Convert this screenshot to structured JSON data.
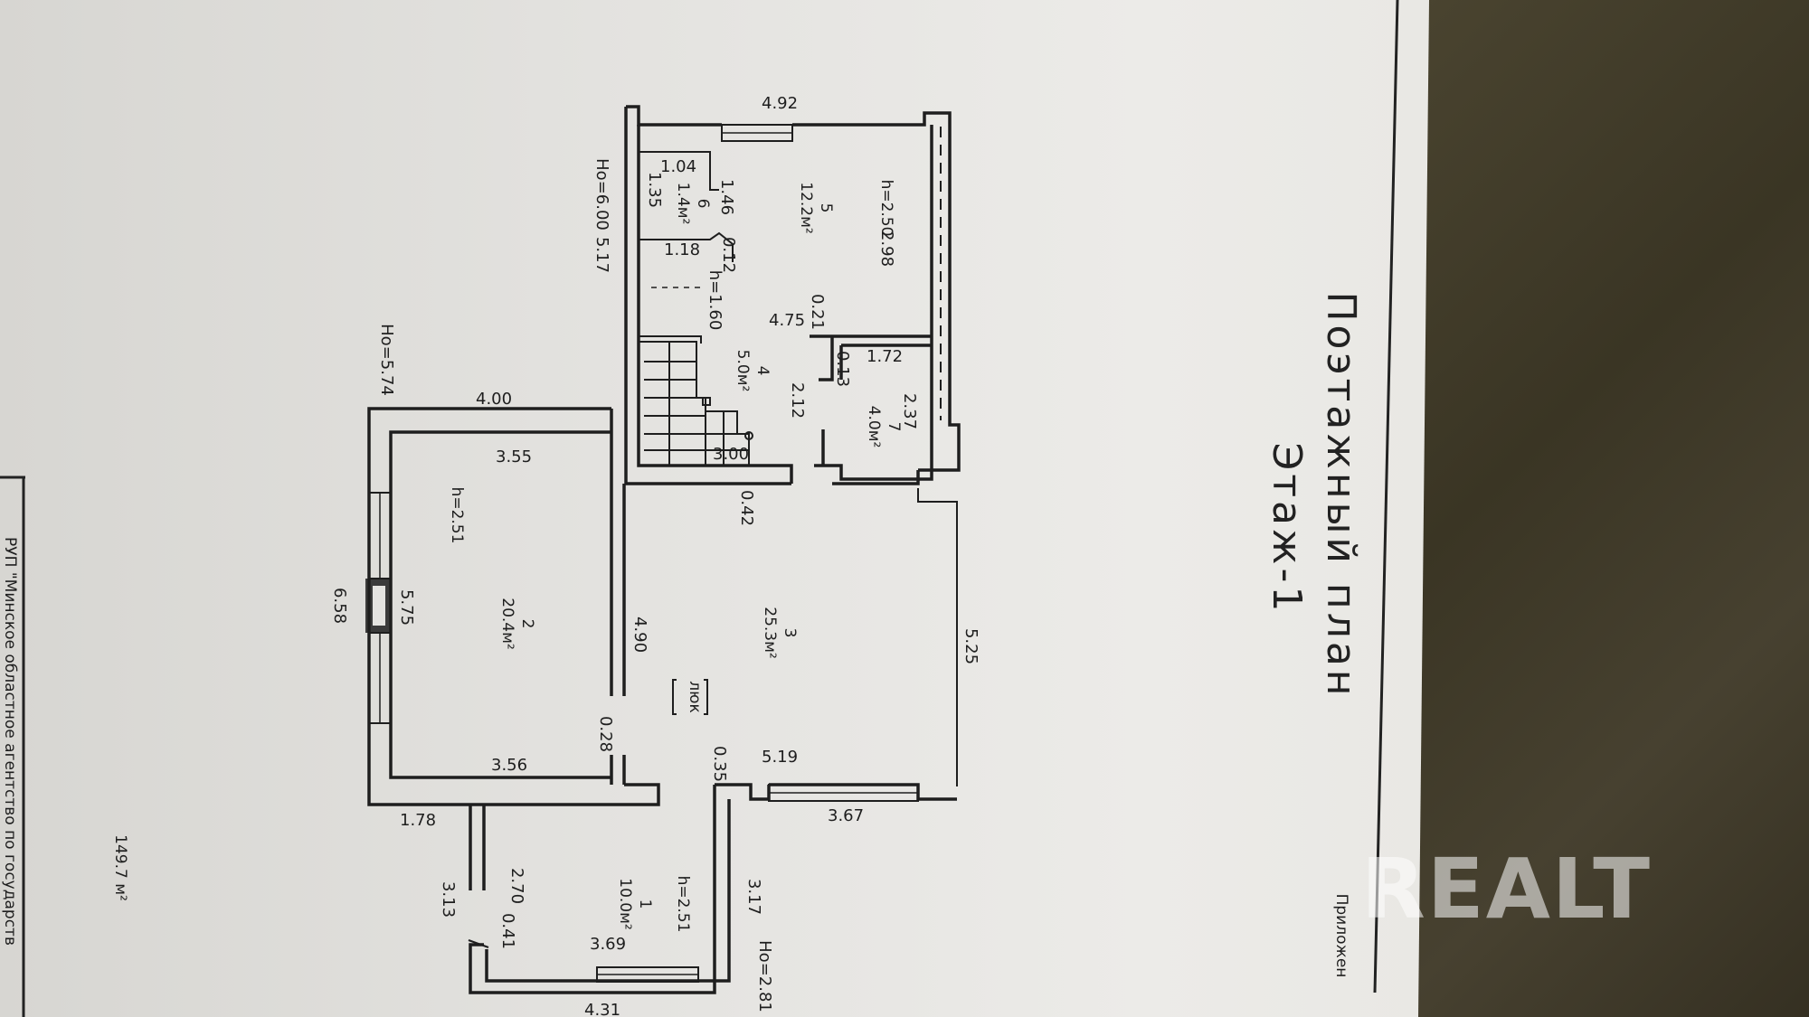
{
  "plan": {
    "title": "Поэтажный план",
    "subtitle": "Этаж-1",
    "appendix": "Приложен",
    "total_area": "149.7 м²",
    "org": "РУП \"Минское областное агентство по государств"
  },
  "watermark": "REALT",
  "rooms": [
    {
      "number": "1",
      "area": "10.0м²",
      "height": "h=2.51"
    },
    {
      "number": "2",
      "area": "20.4м²",
      "height": "h=2.51"
    },
    {
      "number": "3",
      "area": "25.3м²",
      "hatch": "люк"
    },
    {
      "number": "4",
      "area": "5.0м²"
    },
    {
      "number": "5",
      "area": "12.2м²",
      "height": "h=2.50"
    },
    {
      "number": "6",
      "area": "1.4м²"
    },
    {
      "number": "7",
      "area": "4.0м²"
    }
  ],
  "heights": {
    "ho_top": "Но=6.00",
    "ho_left": "Но=5.74",
    "ho_bottom": "Но=2.81",
    "stair_h": "h=1.60"
  },
  "dimensions": {
    "d492": "4.92",
    "d517": "5.17",
    "d104": "1.04",
    "d135": "1.35",
    "d146": "1.46",
    "d118": "1.18",
    "d012": "0.12",
    "d298": "2.98",
    "d021": "0.21",
    "d475": "4.75",
    "d172": "1.72",
    "d013": "0.13",
    "d237": "2.37",
    "d212": "2.12",
    "d400": "4.00",
    "d355": "3.55",
    "d300": "3.00",
    "d042": "0.42",
    "d658": "6.58",
    "d575": "5.75",
    "d490": "4.90",
    "d525": "5.25",
    "d028": "0.28",
    "d356": "3.56",
    "d035": "0.35",
    "d519": "5.19",
    "d178": "1.78",
    "d367": "3.67",
    "d270": "2.70",
    "d313": "3.13",
    "d041": "0.41",
    "d369": "3.69",
    "d317": "3.17",
    "d431": "4.31"
  }
}
